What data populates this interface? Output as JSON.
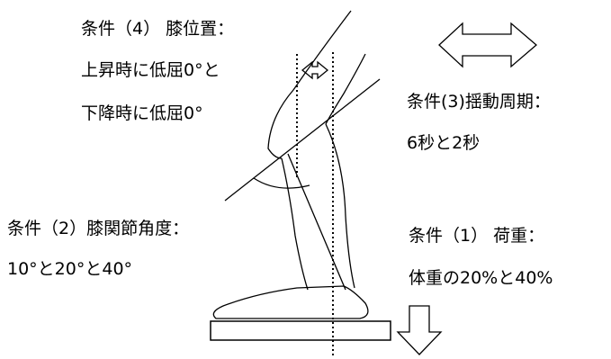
{
  "conditions": {
    "knee_position": {
      "title": "条件（4） 膝位置：",
      "line1": "上昇時に低屈0°と",
      "line2": "下降時に低屈0°"
    },
    "swing_period": {
      "title": "条件(3)揺動周期：",
      "value": "6秒と2秒"
    },
    "knee_angle": {
      "title": "条件（2）膝関節角度：",
      "value": "10°と20°と40°"
    },
    "load": {
      "title": "条件（1） 荷重：",
      "value": "体重の20%と40%"
    }
  },
  "icons": {
    "horizontal_arrow": "double-headed-arrow-icon",
    "down_arrow": "down-arrow-icon",
    "small_arrow": "small-double-arrow-icon"
  },
  "colors": {
    "line": "#000000",
    "background": "#ffffff"
  }
}
